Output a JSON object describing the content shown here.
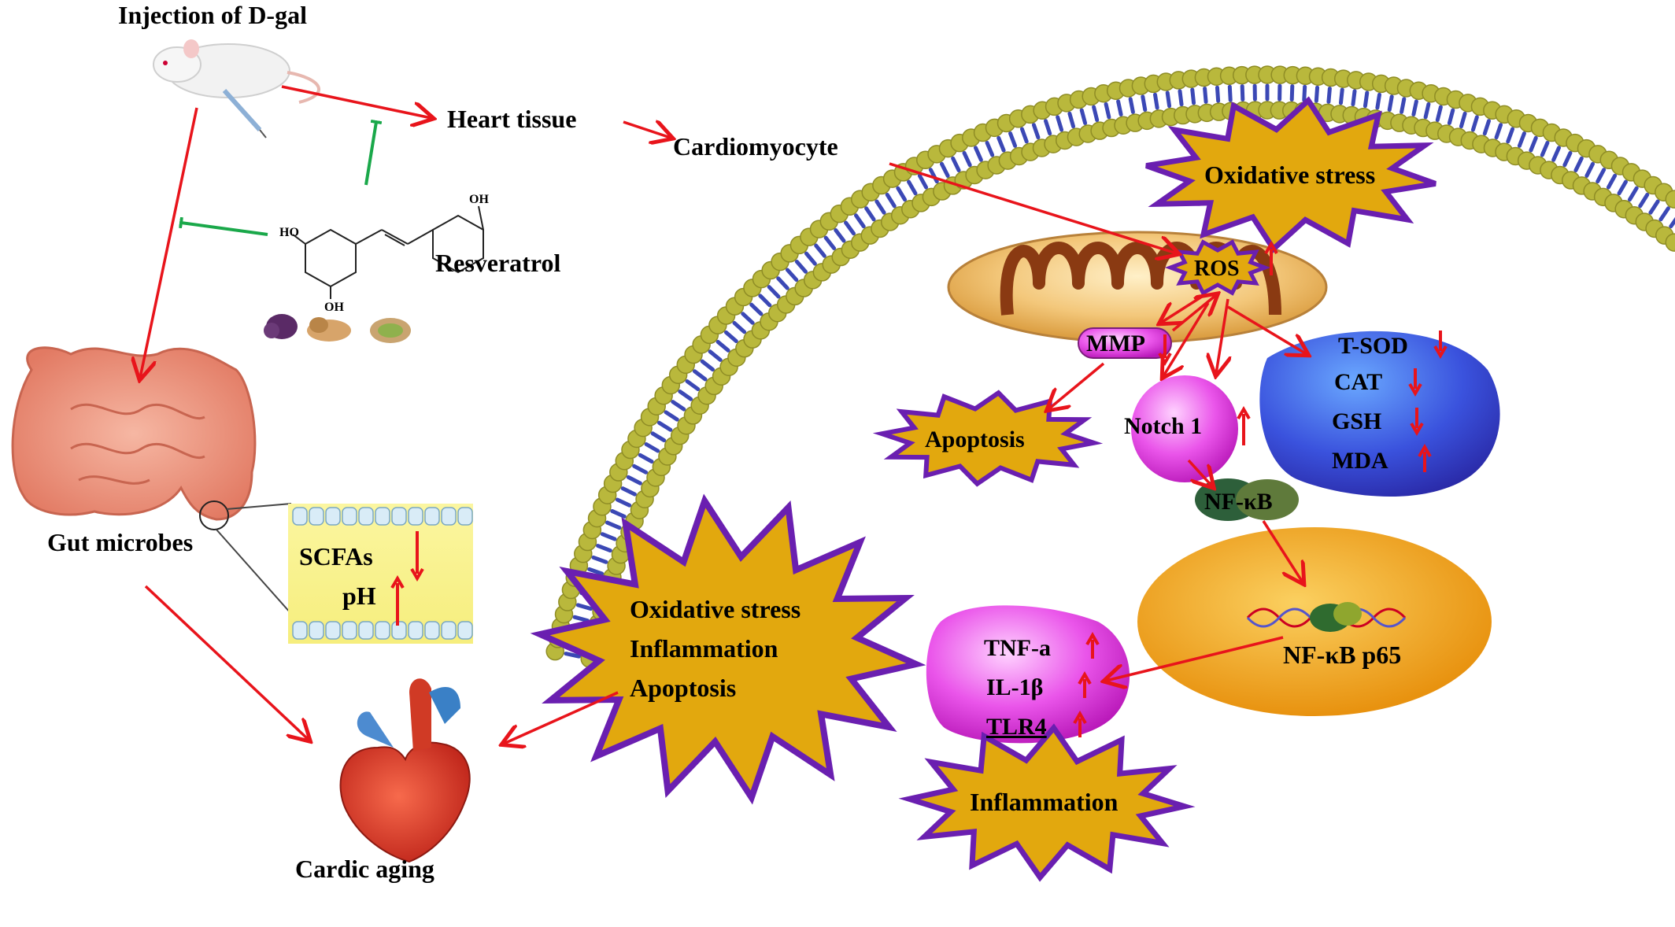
{
  "labels": {
    "injection": "Injection of D-gal",
    "heart_tissue": "Heart tissue",
    "cardiomyocyte": "Cardiomyocyte",
    "resveratrol": "Resveratrol",
    "gut_microbes": "Gut microbes",
    "scfas": "SCFAs",
    "ph": "pH",
    "cardic_aging": "Cardic aging",
    "oxidative_stress_top": "Oxidative stress",
    "ros": "ROS",
    "mmp": "MMP",
    "apoptosis_small": "Apoptosis",
    "notch1": "Notch 1",
    "tsod": "T-SOD",
    "cat": "CAT",
    "gsh": "GSH",
    "mda": "MDA",
    "nfkb": "NF-κB",
    "nfkb_p65": "NF-κB p65",
    "tnf": "TNF-a",
    "il1b": "IL-1β",
    "tlr4": "TLR4",
    "inflammation_bottom": "Inflammation",
    "big_oxidative": "Oxidative stress",
    "big_inflammation": "Inflammation",
    "big_apoptosis": "Apoptosis",
    "oh": "OH",
    "ho": "HO"
  },
  "markers": {
    "tsod": "down",
    "cat": "down",
    "gsh": "down",
    "mda": "up",
    "scfas": "down",
    "ph": "up",
    "ros": "up",
    "mmp": "down",
    "notch1": "up",
    "tnf": "up",
    "il1b": "up",
    "tlr4": "up"
  },
  "colors": {
    "arrow_red": "#e8141b",
    "inhibit_green": "#1aa84a",
    "star_fill": "#e2a80e",
    "star_border": "#6a1fb0",
    "membrane_bead": "#b9b83c",
    "membrane_link": "#3b48b5",
    "nucleus": "#f2a218",
    "magenta": "#e85be8",
    "enzyme_blue": "#3f5fe0"
  }
}
